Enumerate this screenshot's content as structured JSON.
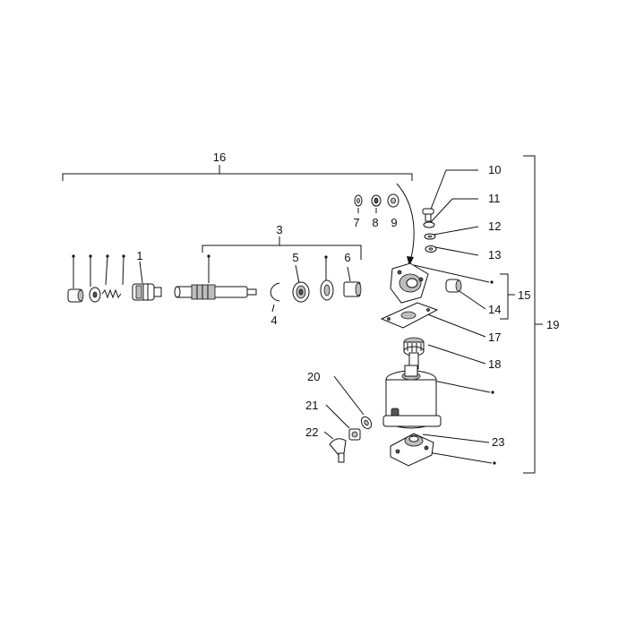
{
  "diagram": {
    "labels": {
      "l1": "1",
      "l3": "3",
      "l4": "4",
      "l5": "5",
      "l6": "6",
      "l7": "7",
      "l8": "8",
      "l9": "9",
      "l10": "10",
      "l11": "11",
      "l12": "12",
      "l13": "13",
      "l14": "14",
      "l15": "15",
      "l16": "16",
      "l17": "17",
      "l18": "18",
      "l19": "19",
      "l20": "20",
      "l21": "21",
      "l22": "22",
      "l23": "23"
    }
  }
}
